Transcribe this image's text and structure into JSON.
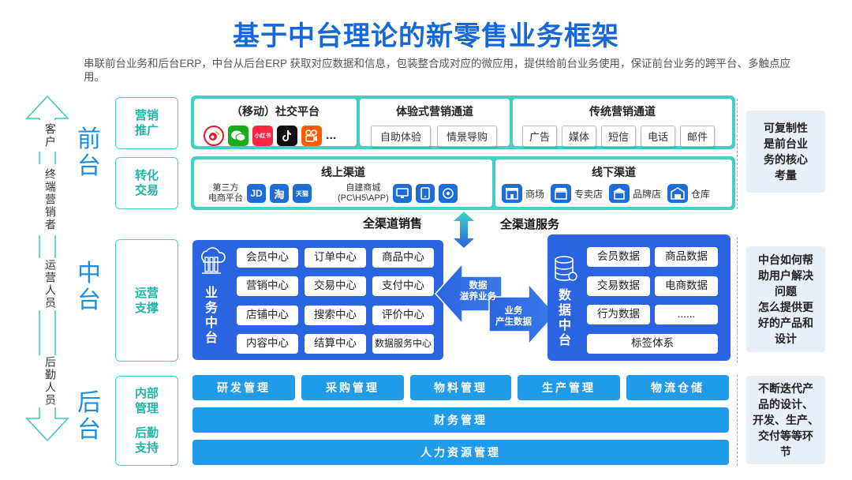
{
  "title": "基于中台理论的新零售业务框架",
  "subtitle": "串联前台业务和后台ERP，中台从后台ERP 获取对应数据和信息，包装整合成对应的微应用，提供给前台业务使用，保证前台业务的跨平台、多触点应用。",
  "roles": [
    "客户",
    "终端营销者",
    "运营人员",
    "后勤人员"
  ],
  "layers": {
    "front": "前台",
    "middle": "中台",
    "back": "后台"
  },
  "categories": {
    "marketing": [
      "营销",
      "推广"
    ],
    "trade": [
      "转化",
      "交易"
    ],
    "ops": [
      "运营",
      "支撑"
    ],
    "internal": [
      "内部",
      "管理"
    ],
    "logistics": [
      "后勤",
      "支持"
    ]
  },
  "row1": {
    "social": {
      "title": "（移动）社交平台",
      "more": "...",
      "icons": [
        "weibo-icon",
        "wechat-icon",
        "xiaohongshu-icon",
        "douyin-icon",
        "kuaishou-icon"
      ],
      "xhs_text": "小红书"
    },
    "experience": {
      "title": "体验式营销通道",
      "items": [
        "自助体验",
        "情景导购"
      ]
    },
    "traditional": {
      "title": "传统营销通道",
      "items": [
        "广告",
        "媒体",
        "短信",
        "电话",
        "邮件"
      ]
    }
  },
  "row2": {
    "online": {
      "title": "线上渠道",
      "third_party": [
        "第三方",
        "电商平台"
      ],
      "jd": "JD",
      "taobao": "淘",
      "tmall": "天猫",
      "self_mall": [
        "自建商城",
        "(PC\\H5\\APP)"
      ]
    },
    "offline": {
      "title": "线下渠道",
      "items": [
        "商场",
        "专卖店",
        "品牌店",
        "仓库"
      ]
    }
  },
  "channels": {
    "sales": "全渠道销售",
    "service": "全渠道服务"
  },
  "business_center": {
    "label": [
      "业",
      "务",
      "中",
      "台"
    ],
    "cells": [
      "会员中心",
      "订单中心",
      "商品中心",
      "营销中心",
      "交易中心",
      "支付中心",
      "店铺中心",
      "搜索中心",
      "评价中心",
      "内容中心",
      "结算中心",
      "数据服务中心"
    ]
  },
  "data_center": {
    "label": [
      "数",
      "据",
      "中",
      "台"
    ],
    "cells": [
      "会员数据",
      "商品数据",
      "交易数据",
      "电商数据",
      "行为数据",
      "......"
    ],
    "wide": "标签体系"
  },
  "flows": {
    "left": [
      "数据",
      "滋养业务"
    ],
    "right": [
      "业务",
      "产生数据"
    ]
  },
  "back": {
    "row1": [
      "研发管理",
      "采购管理",
      "物料管理",
      "生产管理",
      "物流仓储"
    ],
    "finance": "财务管理",
    "hr": "人力资源管理"
  },
  "notes": {
    "front": [
      "可复制性",
      "是前台业",
      "务的核心",
      "考量"
    ],
    "middle": [
      "中台如何帮",
      "助用户解决",
      "问题",
      "怎么提供更",
      "好的产品和",
      "设计"
    ],
    "back": [
      "不断迭代产",
      "品的设计、",
      "开发、生产、",
      "交付等等环",
      "节"
    ]
  },
  "colors": {
    "teal": "#3fd1c6",
    "blue": "#2a64e0",
    "back_blue": "#1f9bea",
    "title_blue": "#1668d8"
  }
}
